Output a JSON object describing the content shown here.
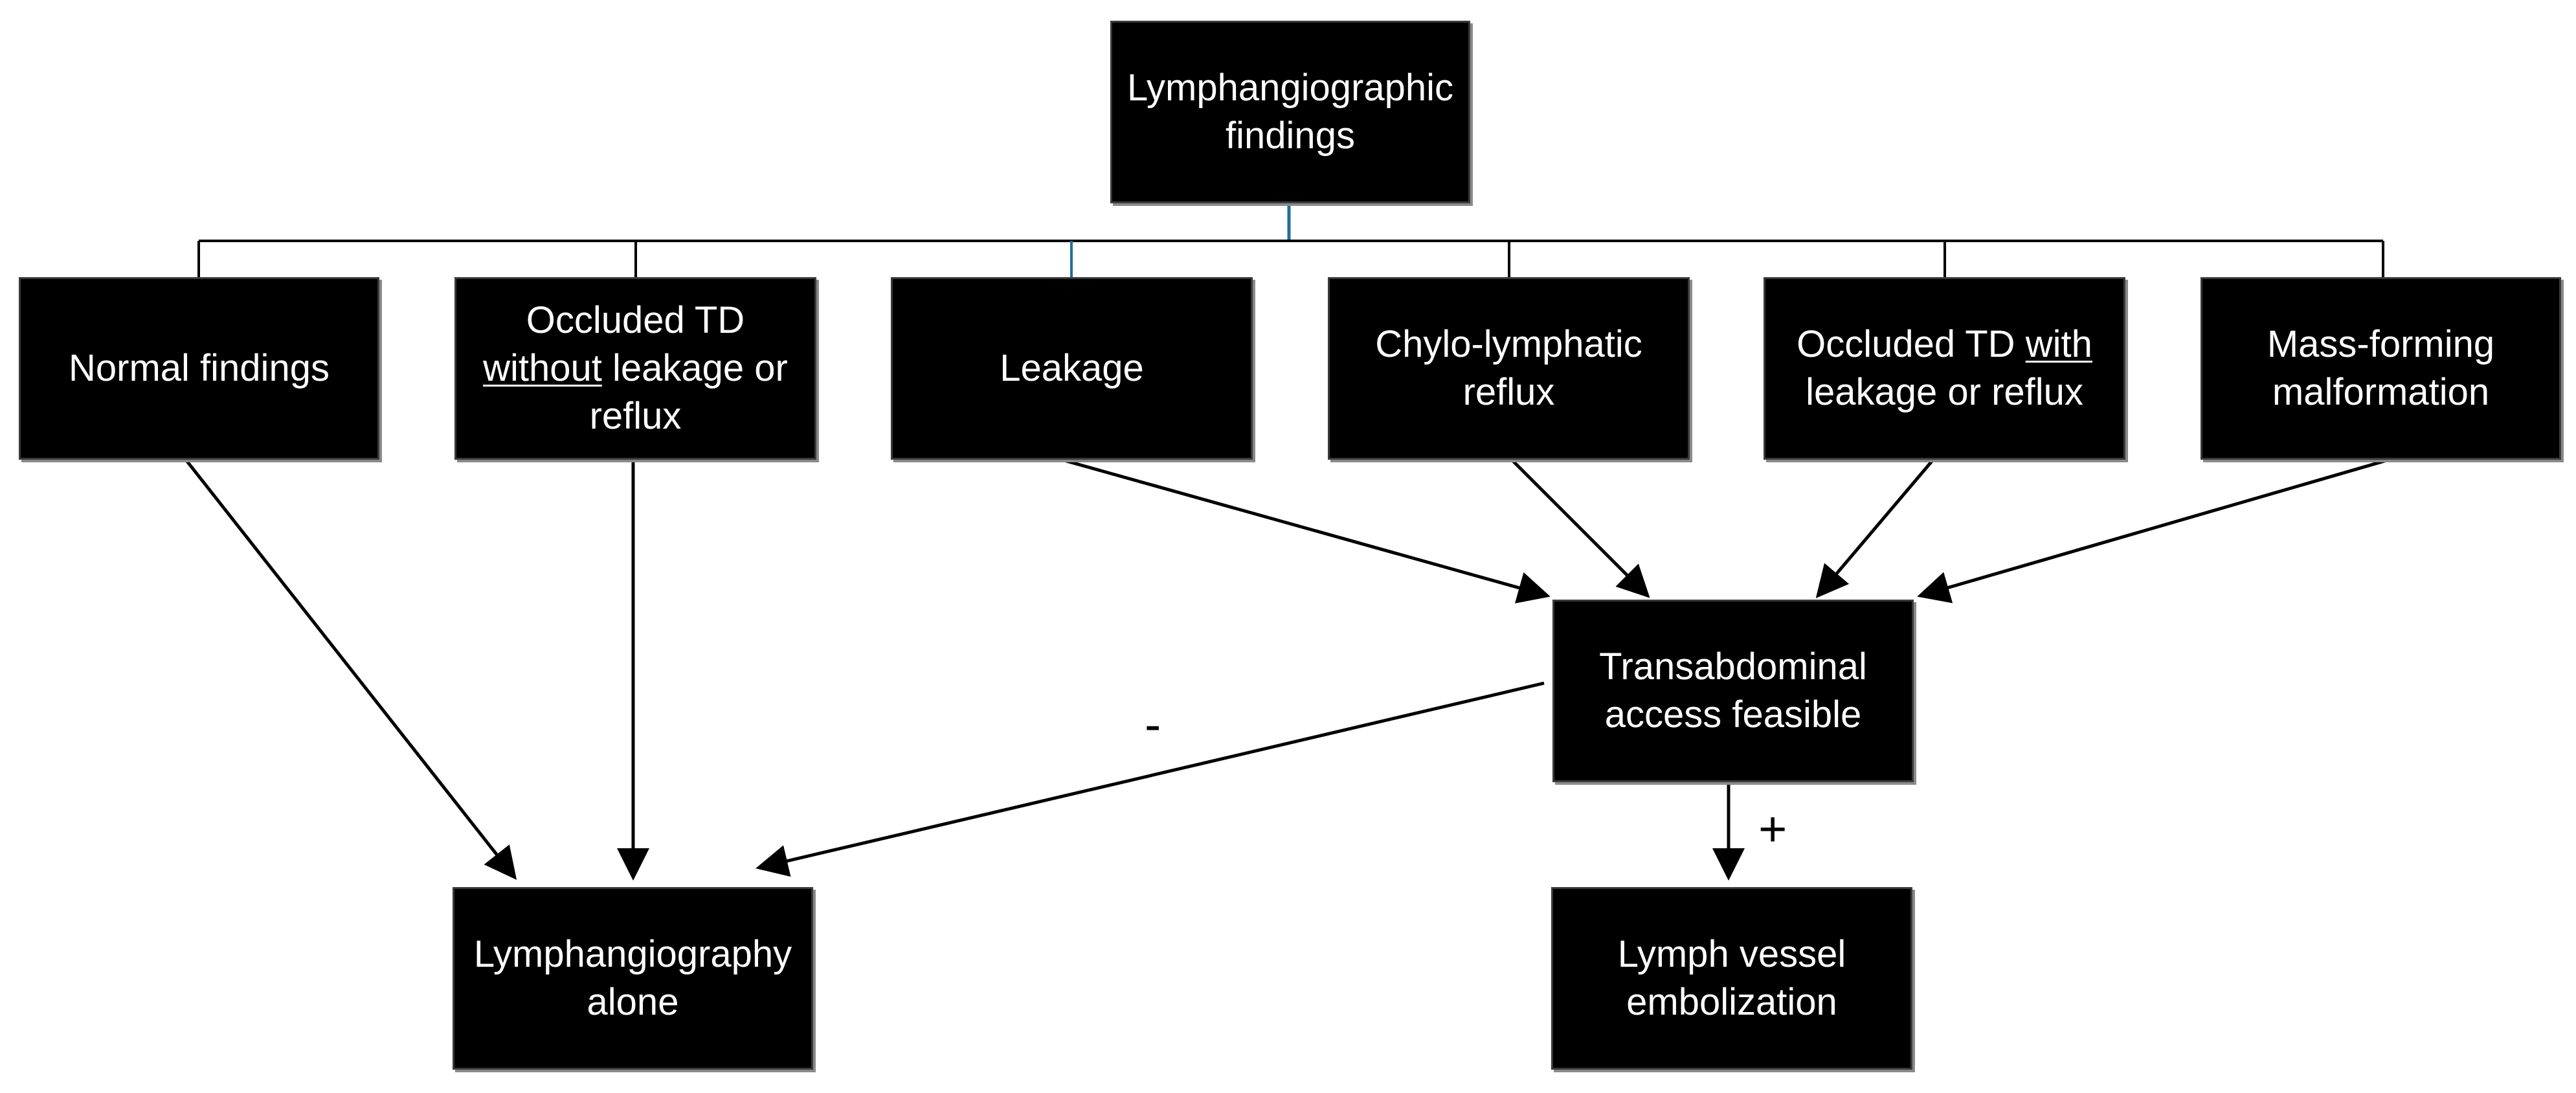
{
  "nodes": {
    "root": {
      "lines": [
        "Lymphangiographic",
        "findings"
      ]
    },
    "normal": {
      "lines": [
        "Normal findings"
      ]
    },
    "occluded_without": {
      "line1": "Occluded TD",
      "line2_u": "without",
      "line2_rest": " leakage or",
      "line3": "reflux"
    },
    "leakage": {
      "lines": [
        "Leakage"
      ]
    },
    "chylo": {
      "lines": [
        "Chylo-lymphatic",
        "reflux"
      ]
    },
    "occluded_with": {
      "line1_pre": "Occluded TD ",
      "line1_u": "with",
      "line2": "leakage or reflux"
    },
    "mass": {
      "lines": [
        "Mass-forming",
        "malformation"
      ]
    },
    "transabdominal": {
      "lines": [
        "Transabdominal",
        "access feasible"
      ]
    },
    "lymph_alone": {
      "lines": [
        "Lymphangiography",
        "alone"
      ]
    },
    "embolization": {
      "lines": [
        "Lymph vessel",
        "embolization"
      ]
    }
  },
  "edge_labels": {
    "negative": "-",
    "positive": "+"
  },
  "colors": {
    "node_fill": "#000000",
    "node_text": "#ffffff",
    "line": "#000000",
    "bracket_accent": "#1f6f99"
  }
}
